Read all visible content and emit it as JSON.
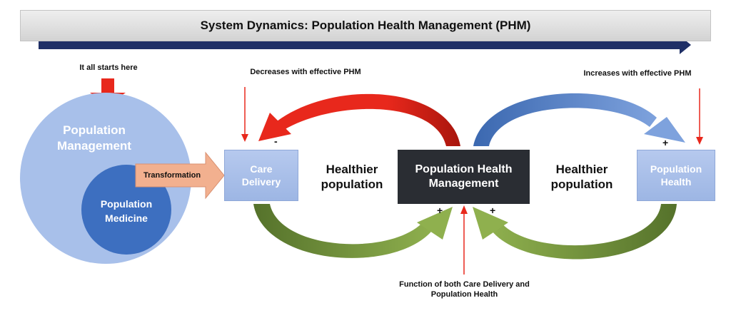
{
  "title": "System Dynamics: Population Health Management (PHM)",
  "annotations": {
    "start": "It all starts here",
    "decreases": "Decreases with effective PHM",
    "increases": "Increases with effective PHM",
    "function_line1": "Function of both Care Delivery and",
    "function_line2": "Population Health"
  },
  "circles": {
    "outer_line1": "Population",
    "outer_line2": "Management",
    "inner_line1": "Population",
    "inner_line2": "Medicine"
  },
  "transformation": "Transformation",
  "nodes": {
    "care_line1": "Care",
    "care_line2": "Delivery",
    "phm_line1": "Population Health",
    "phm_line2": "Management",
    "health_line1": "Population",
    "health_line2": "Health"
  },
  "healthier_left_line1": "Healthier",
  "healthier_left_line2": "population",
  "healthier_right_line1": "Healthier",
  "healthier_right_line2": "population",
  "signs": {
    "care_minus": "-",
    "health_plus": "+",
    "phm_plus_left": "+",
    "phm_plus_right": "+"
  },
  "colors": {
    "red_arrow": "#e8281c",
    "blue_arrow": "#5b83c9",
    "green_arrow": "#6e8f3a",
    "outer_circle": "#a8c0ea",
    "inner_circle": "#3d6fc0",
    "timeline": "#1f2f66",
    "transformation_arrow": "#f2b08f"
  }
}
